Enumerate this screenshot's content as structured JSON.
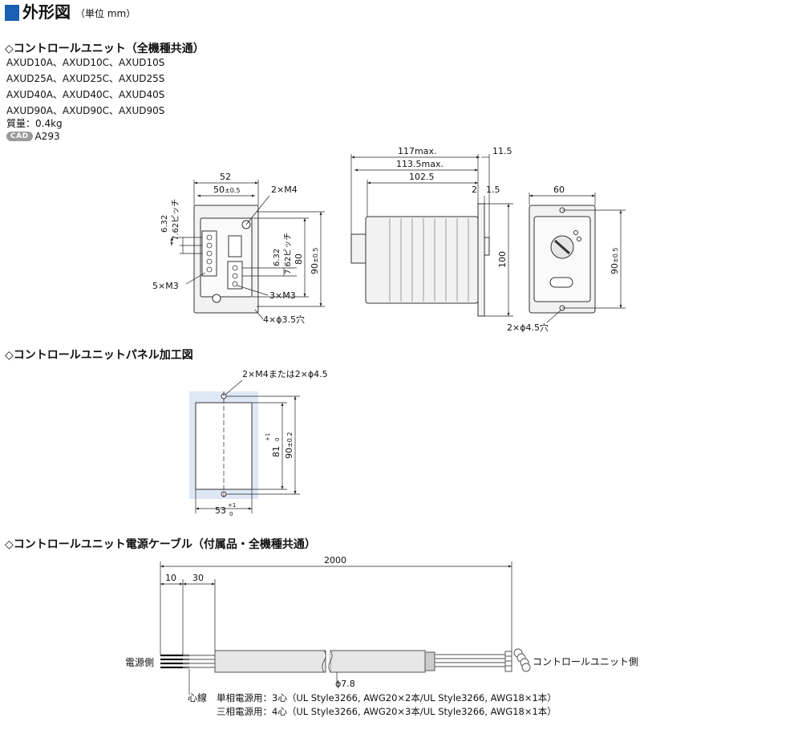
{
  "header": {
    "title": "外形図",
    "unit": "（単位 mm）",
    "accent": "#1a5fb4"
  },
  "sec1": {
    "title": "◇コントロールユニット（全機種共通）",
    "models": [
      "AXUD10A、AXUD10C、AXUD10S",
      "AXUD25A、AXUD25C、AXUD25S",
      "AXUD40A、AXUD40C、AXUD40S",
      "AXUD90A、AXUD90C、AXUD90S"
    ],
    "mass": "質量：0.4kg",
    "cad_badge": "CAD",
    "cad_code": "A293"
  },
  "front": {
    "w52": "52",
    "w50": "50",
    "w50tol": "±0.5",
    "m4": "2×M4",
    "p632a": "6.32",
    "p762a": "7.62ピッチ",
    "p632b": "6.32",
    "p762b": "7.62ピッチ",
    "h80": "80",
    "h90": "90",
    "h90tol": "±0.5",
    "m3a": "5×M3",
    "m3b": "3×M3",
    "hole": "4×ϕ3.5穴"
  },
  "side": {
    "l117": "117max.",
    "l113": "113.5max.",
    "l102": "102.5",
    "d11": "11.5",
    "d2": "2",
    "d15": "1.5",
    "h100": "100"
  },
  "right": {
    "w60": "60",
    "h90": "90",
    "h90tol": "±0.5",
    "hole": "2×ϕ4.5穴"
  },
  "sec2": {
    "title": "◇コントロールユニットパネル加工図",
    "m4": "2×M4または2×ϕ4.5",
    "h81": "81",
    "h81tolup": "+1",
    "h81toldn": "0",
    "h90": "90",
    "h90tol": "±0.2",
    "w53": "53",
    "w53tolup": "+1",
    "w53toldn": "0"
  },
  "sec3": {
    "title": "◇コントロールユニット電源ケーブル（付属品・全機種共通）",
    "len2000": "2000",
    "len10": "10",
    "len30": "30",
    "src": "電源側",
    "dst": "コントロールユニット側",
    "dia": "ϕ7.8",
    "core": "心線",
    "single": "単相電源用：3心（UL Style3266, AWG20×2本/UL Style3266, AWG18×1本）",
    "three": "三相電源用：4心（UL Style3266, AWG20×3本/UL Style3266, AWG18×1本）"
  }
}
